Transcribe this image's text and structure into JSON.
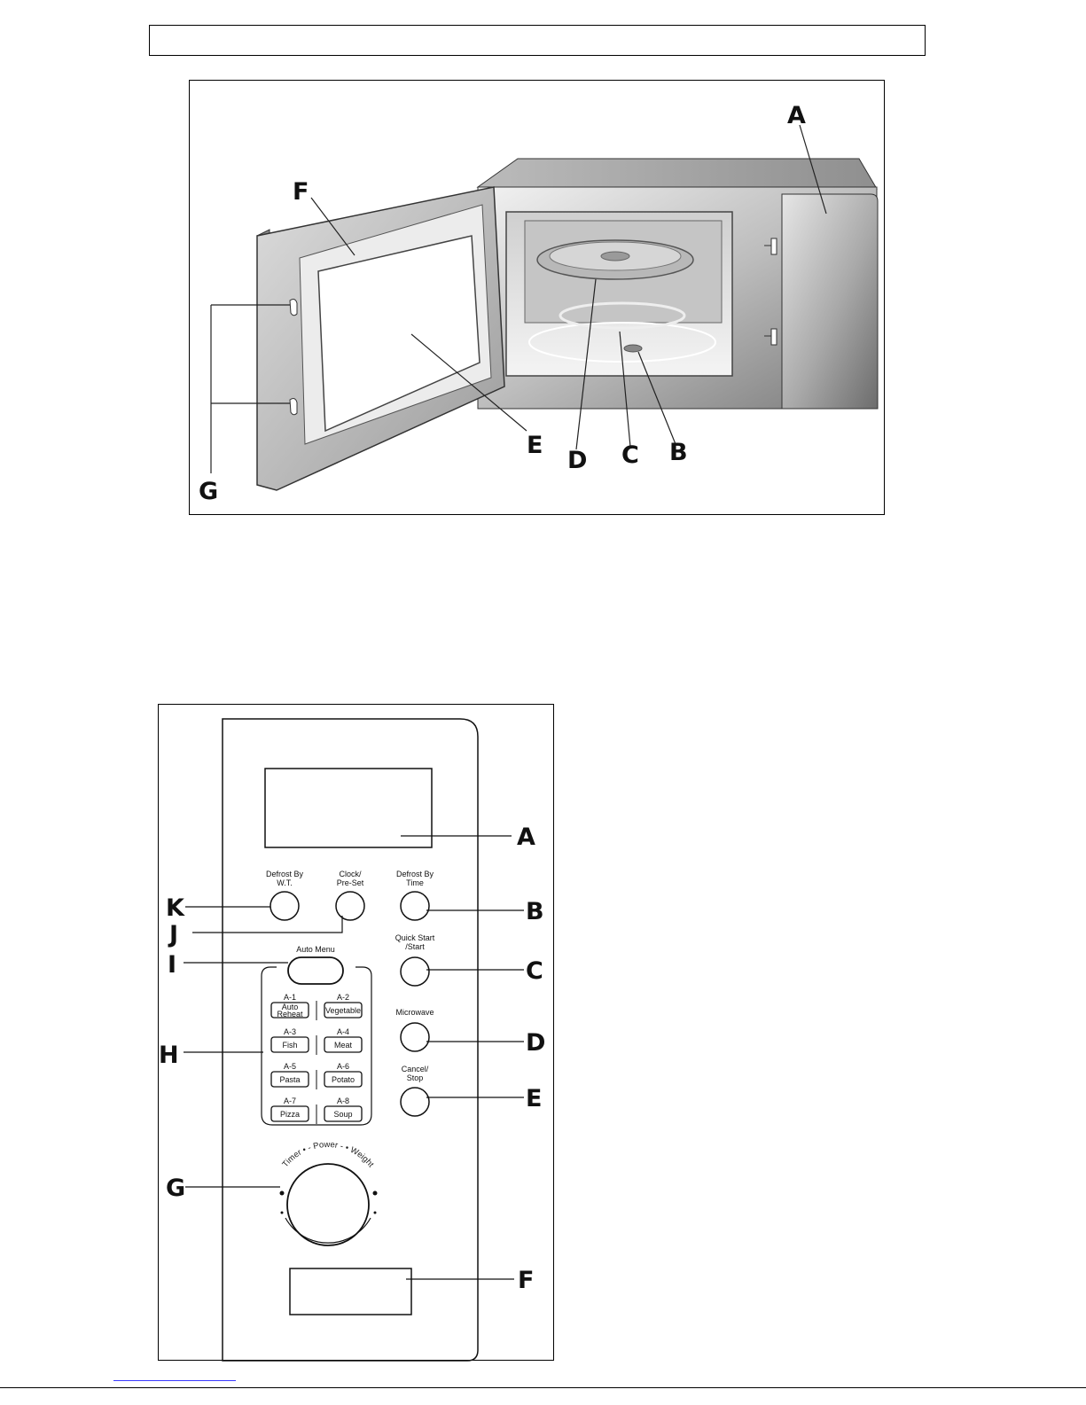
{
  "microwave_figure": {
    "callouts": {
      "a": "A",
      "b": "B",
      "c": "C",
      "d": "D",
      "e": "E",
      "f": "F",
      "g": "G"
    }
  },
  "panel_figure": {
    "callouts": {
      "a": "A",
      "b": "B",
      "c": "C",
      "d": "D",
      "e": "E",
      "f": "F",
      "g": "G",
      "h": "H",
      "i": "I",
      "j": "J",
      "k": "K"
    },
    "buttons": {
      "defrost_wt_l1": "Defrost By",
      "defrost_wt_l2": "W.T.",
      "clock_l1": "Clock/",
      "clock_l2": "Pre-Set",
      "defrost_time_l1": "Defrost By",
      "defrost_time_l2": "Time",
      "quick_start_l1": "Quick Start",
      "quick_start_l2": "/Start",
      "auto_menu": "Auto Menu",
      "microwave": "Microwave",
      "cancel_l1": "Cancel/",
      "cancel_l2": "Stop"
    },
    "auto_menu_items": [
      {
        "code": "A-1",
        "line1": "Auto",
        "line2": "Reheat"
      },
      {
        "code": "A-2",
        "line1": "Vegetable"
      },
      {
        "code": "A-3",
        "line1": "Fish"
      },
      {
        "code": "A-4",
        "line1": "Meat"
      },
      {
        "code": "A-5",
        "line1": "Pasta"
      },
      {
        "code": "A-6",
        "line1": "Potato"
      },
      {
        "code": "A-7",
        "line1": "Pizza"
      },
      {
        "code": "A-8",
        "line1": "Soup"
      }
    ],
    "dial": {
      "timer": "Timer",
      "power": "Power",
      "weight": "Weight"
    }
  },
  "colors": {
    "outline": "#000000",
    "steel_light": "#e8e8e8",
    "steel_dark": "#8a8a8a",
    "footer_link": "#3a3aff"
  }
}
